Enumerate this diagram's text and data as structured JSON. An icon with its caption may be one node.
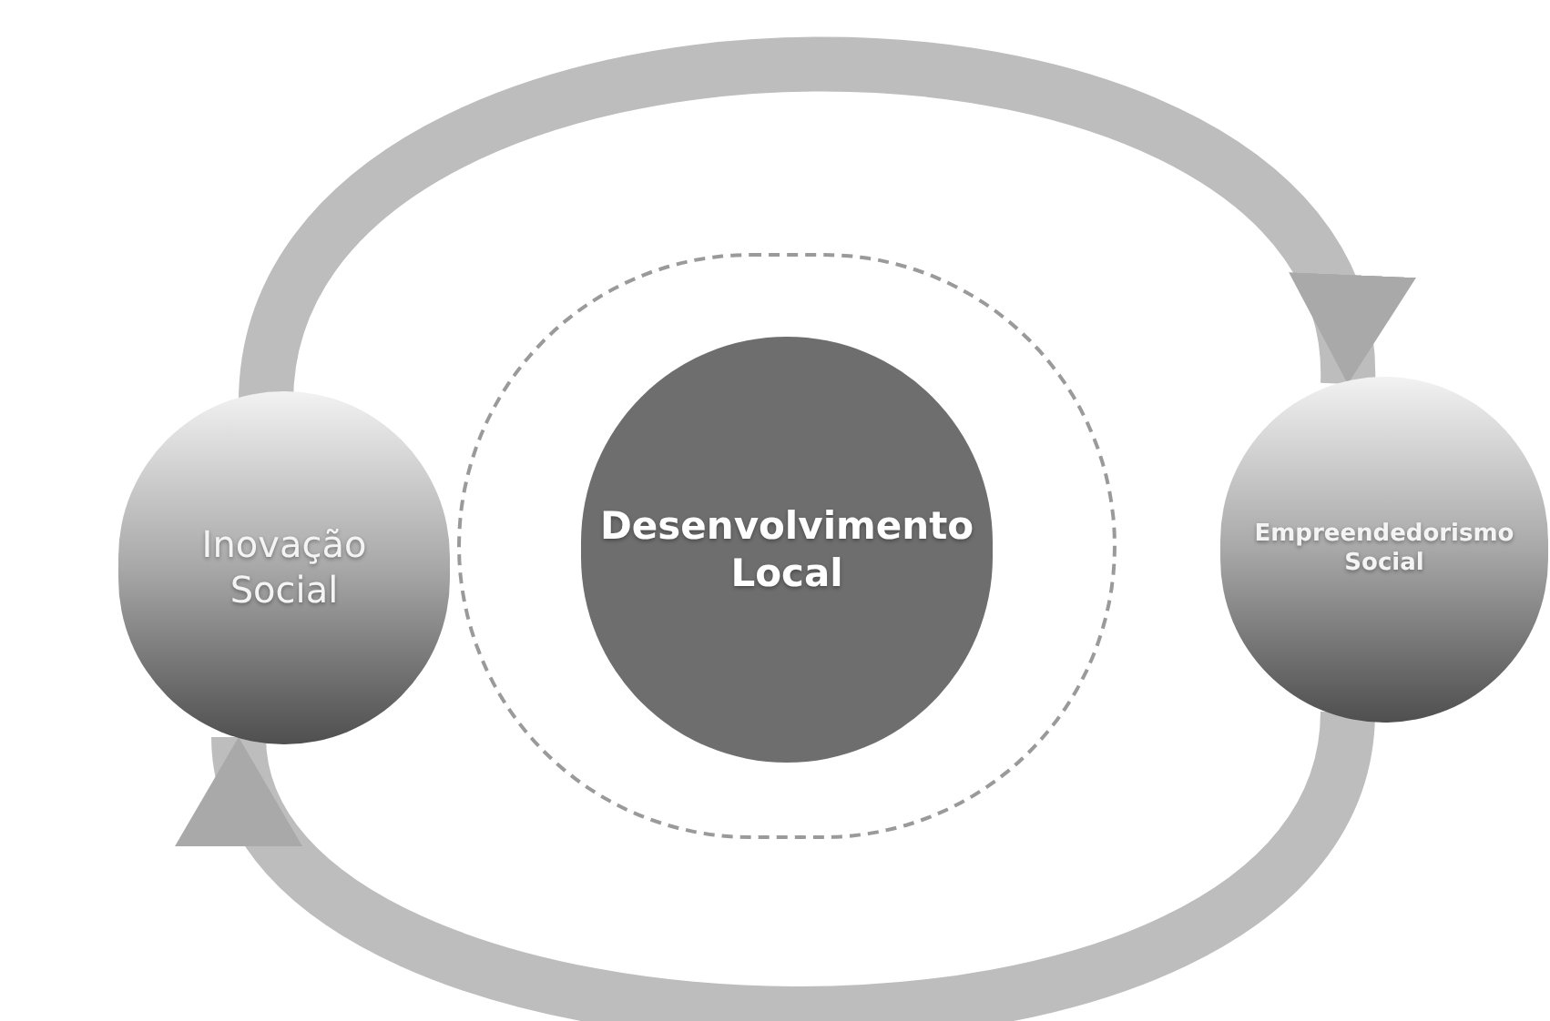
{
  "diagram": {
    "nodes": [
      {
        "text": [
          "Inovação Social"
        ]
      },
      {
        "text": [],
        "shape": "circle"
      },
      {
        "text": [
          "Desenvolvimento Local"
        ],
        "in": 1
      },
      {
        "text": [
          "Empreendedorismo Social"
        ]
      }
    ],
    "edges": [
      {
        "from": 0,
        "to": 3,
        "arrow": "to"
      },
      {
        "from": 3,
        "to": 0,
        "arrow": "to"
      }
    ]
  }
}
